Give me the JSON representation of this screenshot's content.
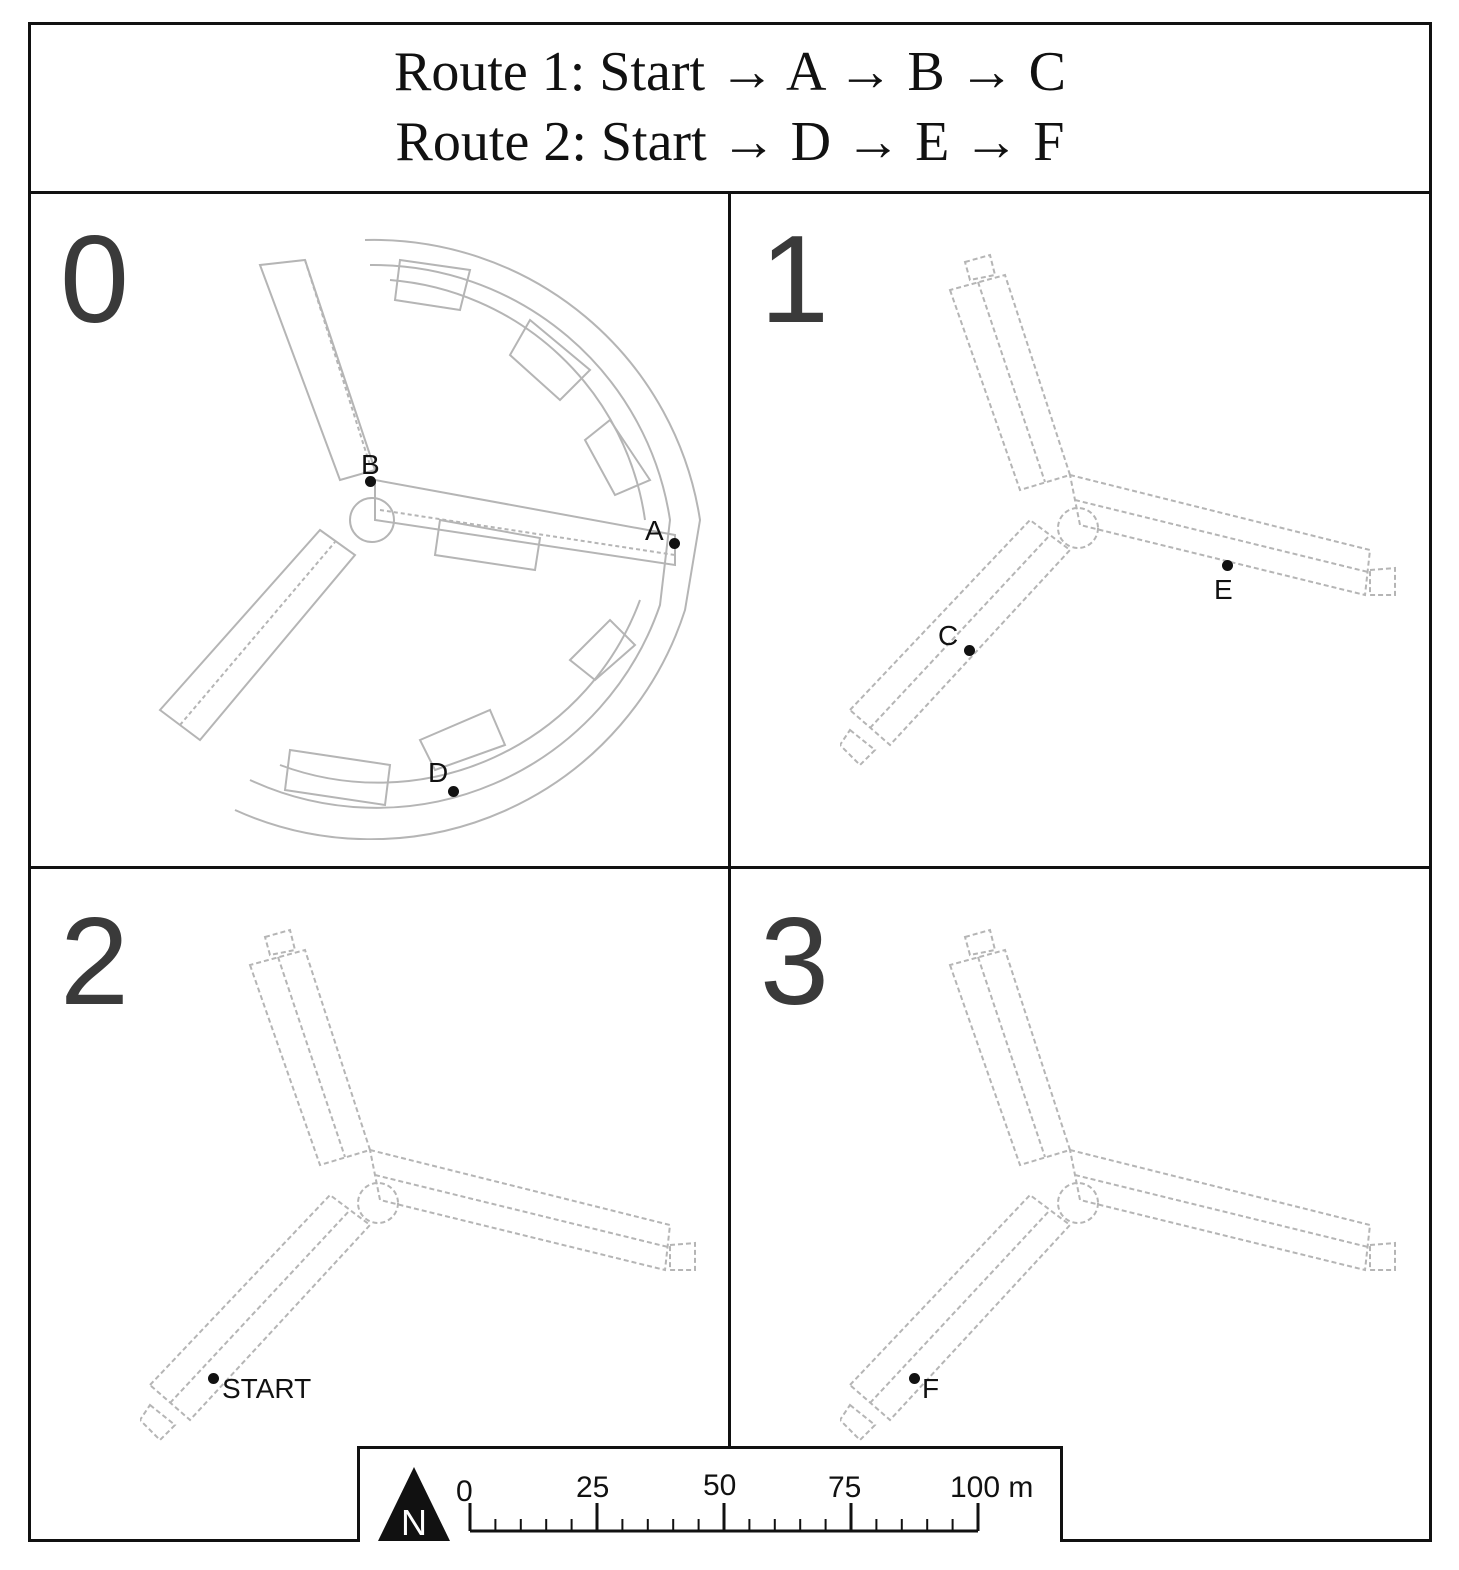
{
  "header": {
    "route1": "Route 1: Start → A → B → C",
    "route2": "Route 2: Start → D → E → F"
  },
  "panels": [
    {
      "floor": "0",
      "points": [
        "A",
        "B",
        "D"
      ]
    },
    {
      "floor": "1",
      "points": [
        "C",
        "E"
      ]
    },
    {
      "floor": "2",
      "points": [
        "START"
      ]
    },
    {
      "floor": "3",
      "points": [
        "F"
      ]
    }
  ],
  "scale_bar": {
    "north_label": "N",
    "ticks": [
      "0",
      "25",
      "50",
      "75",
      "100 m"
    ]
  },
  "colors": {
    "line": "#111111",
    "plan_stroke": "#b5b5b5",
    "floor_number": "#3a3a3a"
  }
}
